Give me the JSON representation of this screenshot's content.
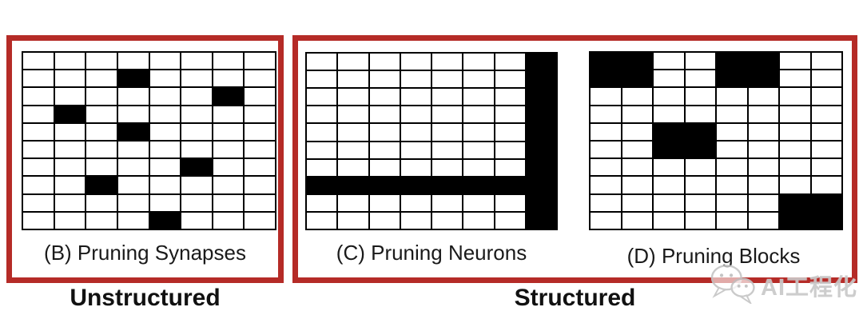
{
  "figure": {
    "panels": [
      {
        "id": "b",
        "label": "(B) Pruning Synapses",
        "grid": {
          "rows": 10,
          "cols": 8,
          "black_cells": [
            [
              1,
              3
            ],
            [
              2,
              6
            ],
            [
              3,
              1
            ],
            [
              4,
              3
            ],
            [
              6,
              5
            ],
            [
              7,
              2
            ],
            [
              9,
              4
            ]
          ]
        }
      },
      {
        "id": "c",
        "label": "(C) Pruning Neurons",
        "grid": {
          "rows": 10,
          "cols": 8,
          "black_cells": [
            [
              0,
              7
            ],
            [
              1,
              7
            ],
            [
              2,
              7
            ],
            [
              3,
              7
            ],
            [
              4,
              7
            ],
            [
              5,
              7
            ],
            [
              6,
              7
            ],
            [
              7,
              0
            ],
            [
              7,
              1
            ],
            [
              7,
              2
            ],
            [
              7,
              3
            ],
            [
              7,
              4
            ],
            [
              7,
              5
            ],
            [
              7,
              6
            ],
            [
              7,
              7
            ],
            [
              8,
              7
            ],
            [
              9,
              7
            ]
          ]
        }
      },
      {
        "id": "d",
        "label": "(D) Pruning Blocks",
        "grid": {
          "rows": 10,
          "cols": 8,
          "black_cells": [
            [
              0,
              0
            ],
            [
              0,
              1
            ],
            [
              1,
              0
            ],
            [
              1,
              1
            ],
            [
              0,
              4
            ],
            [
              0,
              5
            ],
            [
              1,
              4
            ],
            [
              1,
              5
            ],
            [
              4,
              2
            ],
            [
              4,
              3
            ],
            [
              5,
              2
            ],
            [
              5,
              3
            ],
            [
              8,
              6
            ],
            [
              8,
              7
            ],
            [
              9,
              6
            ],
            [
              9,
              7
            ]
          ]
        }
      }
    ],
    "group_labels": {
      "unstructured": "Unstructured",
      "structured": "Structured"
    },
    "colors": {
      "box_border": "#b52b27",
      "grid_line": "#000000",
      "pruned_cell": "#000000",
      "kept_cell": "#ffffff"
    },
    "watermark": {
      "icon": "wechat-icon",
      "text": "AI工程化"
    }
  }
}
